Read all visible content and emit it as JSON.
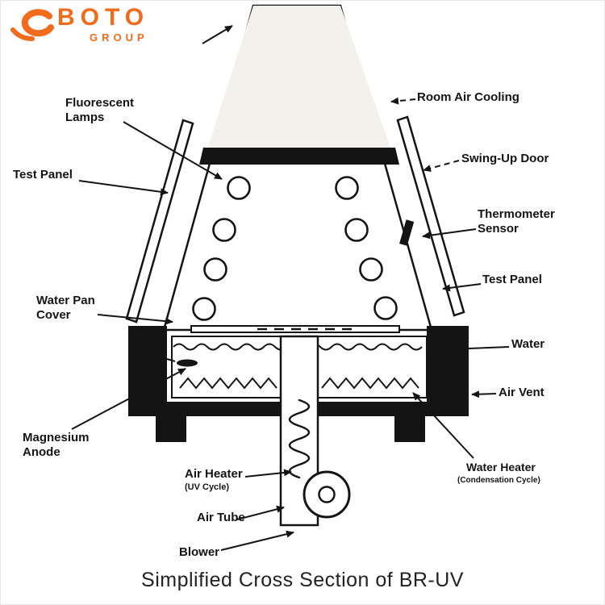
{
  "logo": {
    "brand": "BOTO",
    "subbrand": "GROUP"
  },
  "caption": "Simplified Cross Section of  BR-UV",
  "labels": {
    "fluorescent_lamps": "Fluorescent\nLamps",
    "test_panel_left": "Test Panel",
    "room_air_cooling": "Room Air Cooling",
    "swing_up_door": "Swing-Up Door",
    "thermometer_sensor": "Thermometer\nSensor",
    "test_panel_right": "Test Panel",
    "water_pan_cover": "Water Pan\nCover",
    "water": "Water",
    "air_vent": "Air Vent",
    "magnesium_anode": "Magnesium\nAnode",
    "air_heater": "Air Heater",
    "air_heater_cycle": "(UV Cycle)",
    "air_tube": "Air Tube",
    "blower": "Blower",
    "water_heater": "Water Heater",
    "water_heater_cycle": "(Condensation Cycle)"
  },
  "colors": {
    "brand_orange": "#f26a1b",
    "ink": "#141414"
  }
}
